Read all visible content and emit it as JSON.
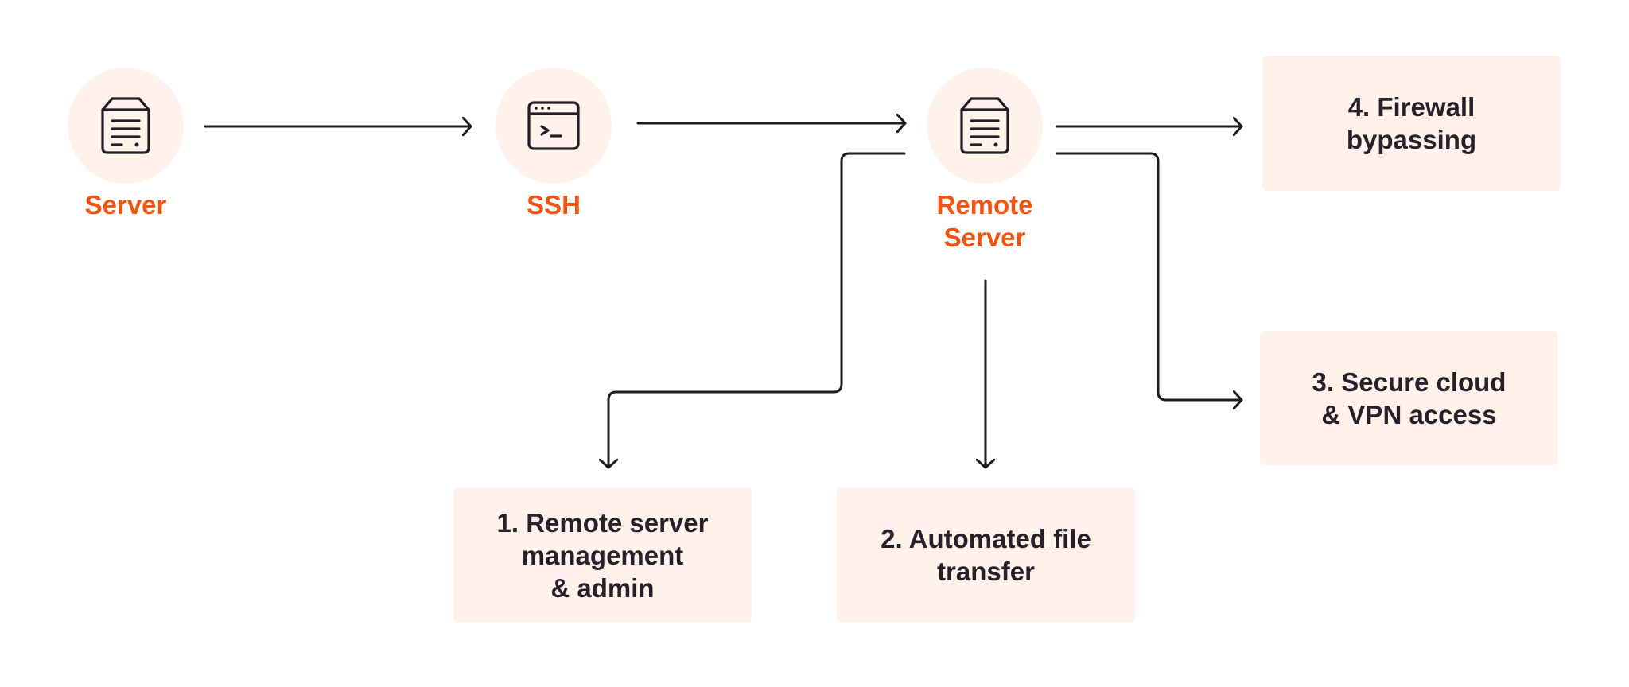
{
  "nodes": {
    "server": {
      "label": "Server",
      "icon": "server-icon"
    },
    "ssh": {
      "label": "SSH",
      "icon": "terminal-window-icon"
    },
    "remote": {
      "label": "Remote\nServer",
      "icon": "server-icon"
    }
  },
  "use_cases": {
    "case1": "1. Remote server\n  management\n& admin",
    "case2": "2. Automated file\n  transfer",
    "case3": "3. Secure cloud\n& VPN access",
    "case4": "4. Firewall\n  bypassing"
  },
  "colors": {
    "accent": "#f2530f",
    "tint": "#fef2ea",
    "ink": "#2a1e2a"
  }
}
